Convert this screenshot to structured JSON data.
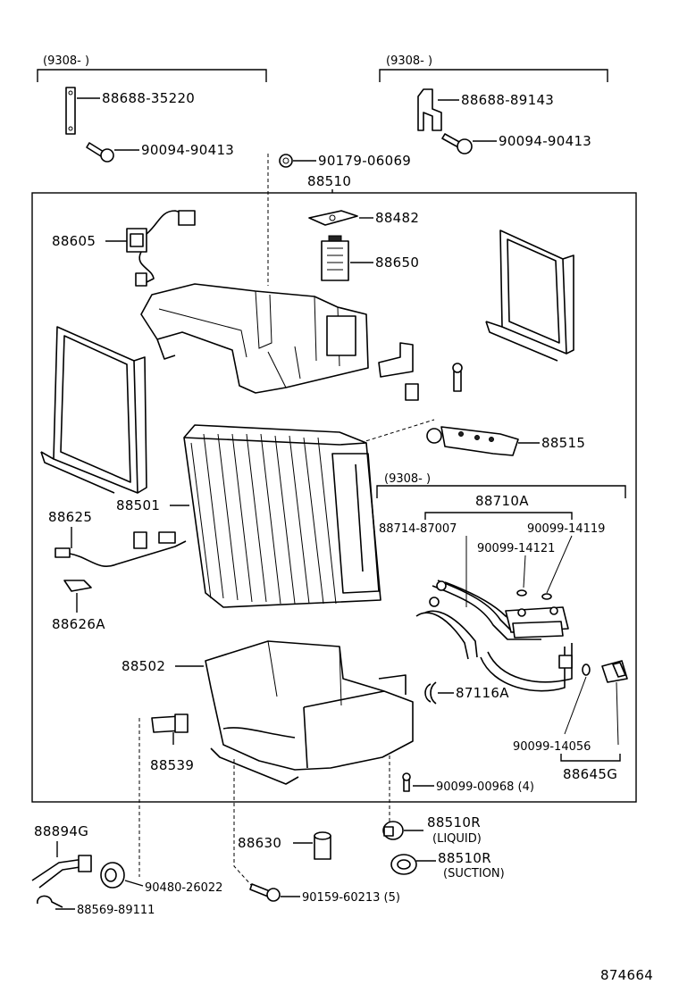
{
  "labels": {
    "date_left": "(9308-        )",
    "date_right": "(9308-        )",
    "date_mid": "(9308-        )",
    "p88688_35220": "88688-35220",
    "p90094_90413_l": "90094-90413",
    "p88688_89143": "88688-89143",
    "p90094_90413_r": "90094-90413",
    "p90179_06069": "90179-06069",
    "p88510": "88510",
    "p88482": "88482",
    "p88605": "88605",
    "p88650": "88650",
    "p88515": "88515",
    "p88710A": "88710A",
    "p88714_87007": "88714-87007",
    "p90099_14119": "90099-14119",
    "p90099_14121": "90099-14121",
    "p88625": "88625",
    "p88501": "88501",
    "p88626A": "88626A",
    "p88502": "88502",
    "p87116A": "87116A",
    "p88539": "88539",
    "p90099_14056": "90099-14056",
    "p88645G": "88645G",
    "p90099_00968": "90099-00968 (4)",
    "p88894G": "88894G",
    "p88510R_1": "88510R",
    "liquid": "(LIQUID)",
    "p88630": "88630",
    "p88510R_2": "88510R",
    "suction": "(SUCTION)",
    "p90480_26022": "90480-26022",
    "p90159_60213": "90159-60213 (5)",
    "p88569_89111": "88569-89111",
    "diagram_no": "874664"
  }
}
